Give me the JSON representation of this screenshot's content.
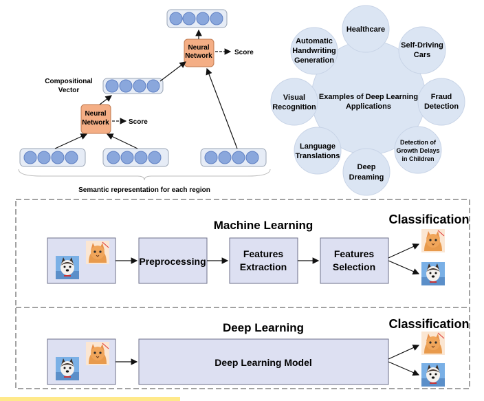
{
  "top_left": {
    "nn_top": [
      "Neural",
      "Network"
    ],
    "nn_bottom": [
      "Neural",
      "Network"
    ],
    "score_label": "Score",
    "compositional_vector": [
      "Compositional",
      "Vector"
    ],
    "semantic_caption": "Semantic representation for each region"
  },
  "top_right": {
    "center": [
      "Examples of Deep Learning",
      "Applications"
    ],
    "items": [
      {
        "lines": [
          "Healthcare"
        ]
      },
      {
        "lines": [
          "Self-Driving",
          "Cars"
        ]
      },
      {
        "lines": [
          "Fraud",
          "Detection"
        ]
      },
      {
        "lines": [
          "Detection of",
          "Growth Delays",
          "in Children"
        ]
      },
      {
        "lines": [
          "Deep",
          "Dreaming"
        ]
      },
      {
        "lines": [
          "Language",
          "Translations"
        ]
      },
      {
        "lines": [
          "Visual",
          "Recognition"
        ]
      },
      {
        "lines": [
          "Automatic",
          "Handwriting",
          "Generation"
        ]
      }
    ]
  },
  "ml_section": {
    "title": "Machine Learning",
    "classification": "Classification",
    "steps": [
      {
        "lines": [
          "Preprocessing"
        ]
      },
      {
        "lines": [
          "Features",
          "Extraction"
        ]
      },
      {
        "lines": [
          "Features",
          "Selection"
        ]
      }
    ]
  },
  "dl_section": {
    "title": "Deep Learning",
    "classification": "Classification",
    "model": "Deep Learning Model"
  },
  "colors": {
    "node_fill": "#8aa7dc",
    "nn_box_fill": "#f4ae85",
    "bubble_fill": "#dbe5f3",
    "flow_box_fill": "#dde0f2",
    "highlight_strip": "#ffe98a"
  },
  "icons": [
    "cat-photo-icon",
    "dog-photo-icon"
  ]
}
